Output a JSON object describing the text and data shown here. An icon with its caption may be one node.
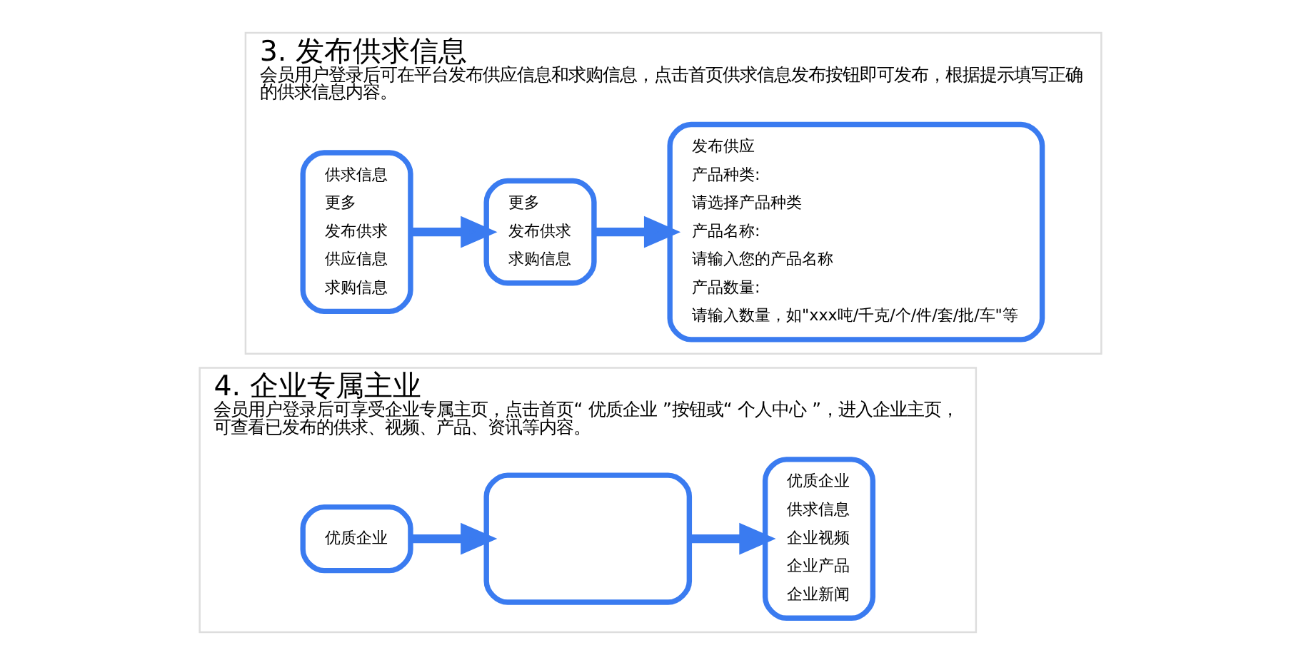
{
  "diagram": {
    "nodes": [
      {
        "text": [
          "3. 发布供求信息",
          "会员用户登录后可在平台发布供应信息和求购信息，点击首页供求信息发布按钮即可发布，根据提示填写正确的供求信息内容。"
        ]
      },
      {
        "text": [
          "供求信息",
          "更多",
          "发布供求",
          "供应信息",
          "求购信息"
        ],
        "in": 0
      },
      {
        "text": [
          "更多",
          "发布供求",
          "求购信息"
        ],
        "in": 0
      },
      {
        "text": [
          "发布供应",
          "产品种类:",
          "请选择产品种类",
          "产品名称:",
          "请输入您的产品名称",
          "产品数量:",
          "请输入数量，如\"xxx吨/千克/个/件/套/批/车\"等"
        ],
        "in": 0
      },
      {
        "text": [
          "4. 企业专属主业",
          "会员用户登录后可享受企业专属主页，点击首页“ 优质企业 ”按钮或“ 个人中心 ”，进入企业主页，可查看已发布的供求、视频、产品、资讯等内容。"
        ]
      },
      {
        "text": [
          "优质企业"
        ],
        "in": 4
      },
      {
        "text": [],
        "shape": "box",
        "in": 4
      },
      {
        "text": [
          "优质企业",
          "供求信息",
          "企业视频",
          "企业产品",
          "企业新闻"
        ],
        "in": 4
      }
    ],
    "edges": [
      {
        "from": 1,
        "to": 2,
        "arrow": "to"
      },
      {
        "from": 2,
        "to": 3,
        "arrow": "to"
      },
      {
        "from": 5,
        "to": 6,
        "arrow": "to"
      },
      {
        "from": 6,
        "to": 7,
        "arrow": "to"
      }
    ]
  }
}
